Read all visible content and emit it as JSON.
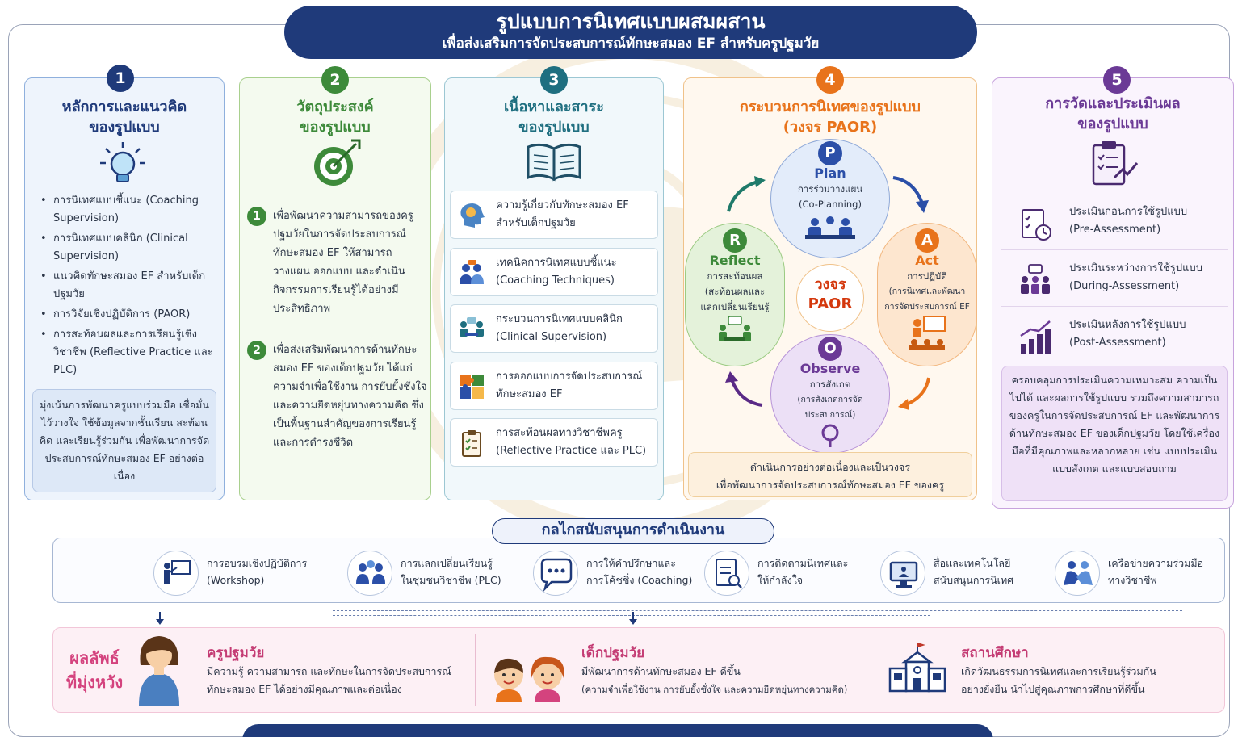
{
  "title": {
    "main": "รูปแบบการนิเทศแบบผสมผสาน",
    "sub": "เพื่อส่งเสริมการจัดประสบการณ์ทักษะสมอง EF สำหรับครูปฐมวัย"
  },
  "colors": {
    "navy": "#1f3a7a",
    "blue": "#2b4fa8",
    "green": "#3d8a3a",
    "teal": "#1f6f80",
    "orange": "#e8731b",
    "purple": "#6b3a96",
    "pink": "#d4437e"
  },
  "panel1": {
    "number": "1",
    "title_line1": "หลักการและแนวคิด",
    "title_line2": "ของรูปแบบ",
    "icon": "lightbulb-icon",
    "items": [
      "การนิเทศแบบชี้แนะ (Coaching Supervision)",
      "การนิเทศแบบคลินิก (Clinical Supervision)",
      "แนวคิดทักษะสมอง EF สำหรับเด็กปฐมวัย",
      "การวิจัยเชิงปฏิบัติการ (PAOR)",
      "การสะท้อนผลและการเรียนรู้เชิงวิชาชีพ (Reflective Practice และ PLC)"
    ],
    "note": "มุ่งเน้นการพัฒนาครูแบบร่วมมือ เชื่อมั่น ไว้วางใจ ใช้ข้อมูลจากชั้นเรียน สะท้อนคิด และเรียนรู้ร่วมกัน เพื่อพัฒนาการจัดประสบการณ์ทักษะสมอง EF อย่างต่อเนื่อง"
  },
  "panel2": {
    "number": "2",
    "title_line1": "วัตถุประสงค์",
    "title_line2": "ของรูปแบบ",
    "icon": "target-icon",
    "objectives": [
      {
        "num": "1",
        "text": "เพื่อพัฒนาความสามารถของครูปฐมวัยในการจัดประสบการณ์ทักษะสมอง EF ให้สามารถวางแผน ออกแบบ และดำเนินกิจกรรมการเรียนรู้ได้อย่างมีประสิทธิภาพ"
      },
      {
        "num": "2",
        "text": "เพื่อส่งเสริมพัฒนาการด้านทักษะสมอง EF ของเด็กปฐมวัย ได้แก่ ความจำเพื่อใช้งาน การยับยั้งชั่งใจ และความยืดหยุ่นทางความคิด ซึ่งเป็นพื้นฐานสำคัญของการเรียนรู้และการดำรงชีวิต"
      }
    ]
  },
  "panel3": {
    "number": "3",
    "title_line1": "เนื้อหาและสาระ",
    "title_line2": "ของรูปแบบ",
    "icon": "open-book-icon",
    "items": [
      {
        "icon": "brain-head-icon",
        "line1": "ความรู้เกี่ยวกับทักษะสมอง EF",
        "line2": "สำหรับเด็กปฐมวัย"
      },
      {
        "icon": "people-coaching-icon",
        "line1": "เทคนิคการนิเทศแบบชี้แนะ",
        "line2": "(Coaching Techniques)"
      },
      {
        "icon": "meeting-table-icon",
        "line1": "กระบวนการนิเทศแบบคลินิก",
        "line2": "(Clinical Supervision)"
      },
      {
        "icon": "puzzle-icon",
        "line1": "การออกแบบการจัดประสบการณ์",
        "line2": "ทักษะสมอง EF"
      },
      {
        "icon": "clipboard-check-icon",
        "line1": "การสะท้อนผลทางวิชาชีพครู",
        "line2": "(Reflective Practice และ PLC)"
      }
    ]
  },
  "panel4": {
    "number": "4",
    "title_line1": "กระบวนการนิเทศของรูปแบบ",
    "title_line2": "(วงจร PAOR)",
    "center_line1": "วงจร",
    "center_line2": "PAOR",
    "plan": {
      "letter": "P",
      "name": "Plan",
      "sub1": "การร่วมวางแผน",
      "sub2": "(Co-Planning)"
    },
    "act": {
      "letter": "A",
      "name": "Act",
      "sub1": "การปฏิบัติ",
      "sub2": "(การนิเทศและพัฒนา",
      "sub3": "การจัดประสบการณ์ EF"
    },
    "observe": {
      "letter": "O",
      "name": "Observe",
      "sub1": "การสังเกต",
      "sub2": "(การสังเกตการจัด",
      "sub3": "ประสบการณ์)"
    },
    "reflect": {
      "letter": "R",
      "name": "Reflect",
      "sub1": "การสะท้อนผล",
      "sub2": "(สะท้อนผลและ",
      "sub3": "แลกเปลี่ยนเรียนรู้"
    },
    "note_line1": "ดำเนินการอย่างต่อเนื่องและเป็นวงจร",
    "note_line2": "เพื่อพัฒนาการจัดประสบการณ์ทักษะสมอง EF ของครู"
  },
  "panel5": {
    "number": "5",
    "title_line1": "การวัดและประเมินผล",
    "title_line2": "ของรูปแบบ",
    "icon": "clipboard-chart-icon",
    "items": [
      {
        "icon": "checklist-clock-icon",
        "line1": "ประเมินก่อนการใช้รูปแบบ",
        "line2": "(Pre-Assessment)"
      },
      {
        "icon": "group-discussion-icon",
        "line1": "ประเมินระหว่างการใช้รูปแบบ",
        "line2": "(During-Assessment)"
      },
      {
        "icon": "bar-growth-icon",
        "line1": "ประเมินหลังการใช้รูปแบบ",
        "line2": "(Post-Assessment)"
      }
    ],
    "note": "ครอบคลุมการประเมินความเหมาะสม ความเป็นไปได้ และผลการใช้รูปแบบ รวมถึงความสามารถของครูในการจัดประสบการณ์ EF และพัฒนาการด้านทักษะสมอง EF ของเด็กปฐมวัย โดยใช้เครื่องมือที่มีคุณภาพและหลากหลาย เช่น แบบประเมิน แบบสังเกต และแบบสอบถาม"
  },
  "support": {
    "title": "กลไกสนับสนุนการดำเนินงาน",
    "items": [
      {
        "icon": "workshop-presenter-icon",
        "line1": "การอบรมเชิงปฏิบัติการ",
        "line2": "(Workshop)"
      },
      {
        "icon": "community-group-icon",
        "line1": "การแลกเปลี่ยนเรียนรู้",
        "line2": "ในชุมชนวิชาชีพ (PLC)"
      },
      {
        "icon": "chat-bubble-icon",
        "line1": "การให้คำปรึกษาและ",
        "line2": "การโค้ชชิ่ง (Coaching)"
      },
      {
        "icon": "clipboard-search-icon",
        "line1": "การติดตามนิเทศและ",
        "line2": "ให้กำลังใจ"
      },
      {
        "icon": "computer-media-icon",
        "line1": "สื่อและเทคโนโลยี",
        "line2": "สนับสนุนการนิเทศ"
      },
      {
        "icon": "handshake-icon",
        "line1": "เครือข่ายความร่วมมือ",
        "line2": "ทางวิชาชีพ"
      }
    ]
  },
  "outcomes": {
    "label_line1": "ผลลัพธ์",
    "label_line2": "ที่มุ่งหวัง",
    "teacher": {
      "icon": "teacher-avatar-icon",
      "title": "ครูปฐมวัย",
      "line1": "มีความรู้ ความสามารถ และทักษะในการจัดประสบการณ์",
      "line2": "ทักษะสมอง EF ได้อย่างมีคุณภาพและต่อเนื่อง"
    },
    "children": {
      "icon": "children-avatar-icon",
      "title": "เด็กปฐมวัย",
      "line1": "มีพัฒนาการด้านทักษะสมอง EF ดีขึ้น",
      "line2": "(ความจำเพื่อใช้งาน การยับยั้งชั่งใจ และความยืดหยุ่นทางความคิด)"
    },
    "school": {
      "icon": "school-building-icon",
      "title": "สถานศึกษา",
      "line1": "เกิดวัฒนธรรมการนิเทศและการเรียนรู้ร่วมกัน",
      "line2": "อย่างยั่งยืน นำไปสู่คุณภาพการศึกษาที่ดีขึ้น"
    }
  }
}
